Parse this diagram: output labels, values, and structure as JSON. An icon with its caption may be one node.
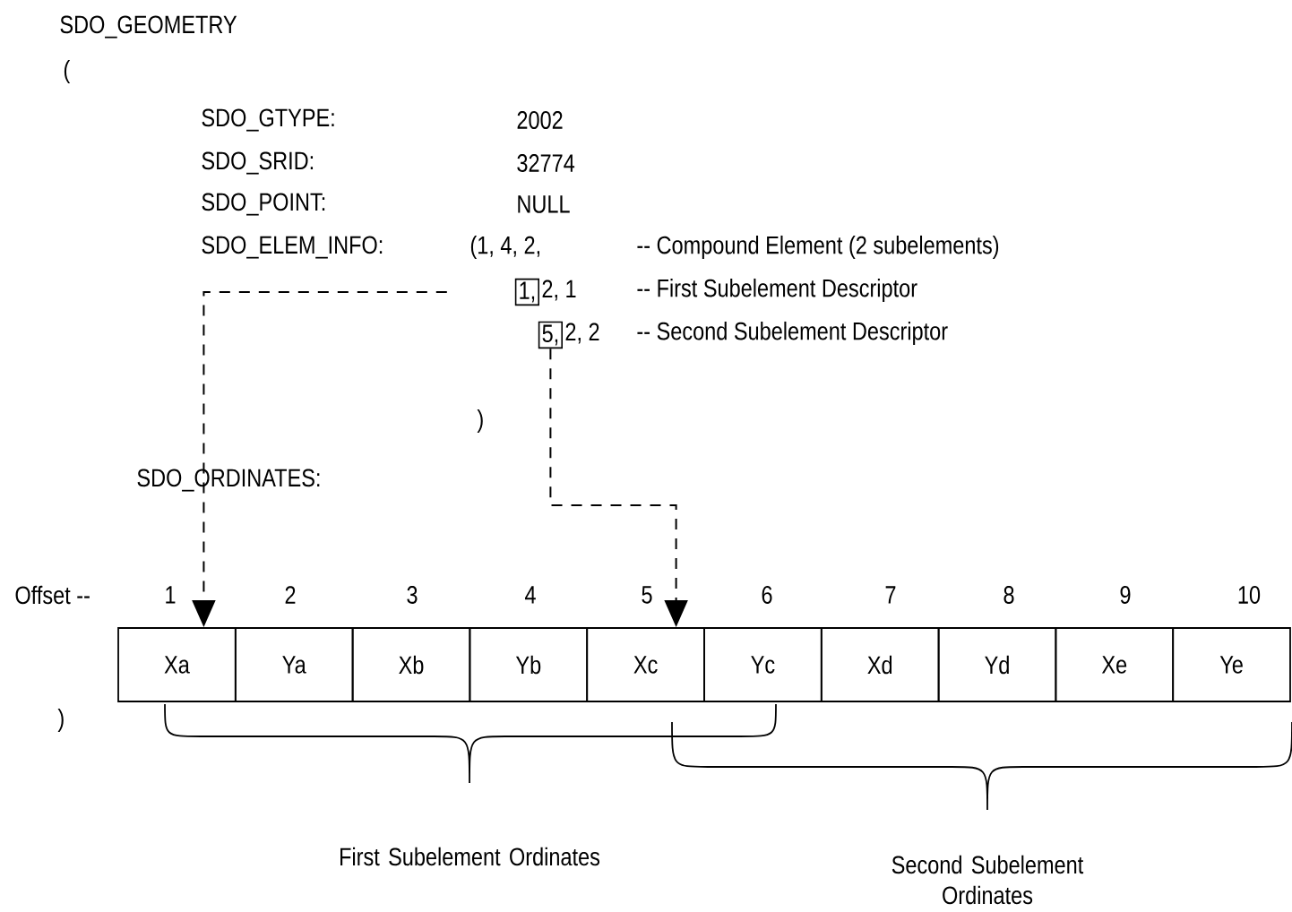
{
  "diagram": {
    "nodes": [
      {
        "text": [
          "1,"
        ]
      },
      {
        "text": [
          "5,"
        ]
      },
      {
        "text": [
          "Xa"
        ]
      },
      {
        "text": [
          "Ya"
        ]
      },
      {
        "text": [
          "Xb"
        ]
      },
      {
        "text": [
          "Yb"
        ]
      },
      {
        "text": [
          "Xc"
        ]
      },
      {
        "text": [
          "Yc"
        ]
      },
      {
        "text": [
          "Xd"
        ]
      },
      {
        "text": [
          "Yd"
        ]
      },
      {
        "text": [
          "Xe"
        ]
      },
      {
        "text": [
          "Ye"
        ]
      }
    ],
    "edges": [
      {
        "from": 0,
        "to": 2,
        "arrow": "to",
        "style": "dashed"
      },
      {
        "from": 1,
        "to": 6,
        "arrow": "to",
        "style": "dashed"
      }
    ],
    "labels": [
      "SDO_GEOMETRY",
      "(",
      "SDO_GTYPE:",
      "2002",
      "SDO_SRID:",
      "32774",
      "SDO_POINT:",
      "NULL",
      "SDO_ELEM_INFO:",
      "(1, 4, 2,",
      "-- Compound Element (2 subelements)",
      "2, 1",
      "-- First Subelement Descriptor",
      "2, 2",
      "-- Second Subelement Descriptor",
      ")",
      "SDO_ORDINATES:",
      "Offset --",
      "1",
      "2",
      "3",
      "4",
      "5",
      "6",
      "7",
      "8",
      "9",
      "10",
      ")",
      "First Subelement Ordinates",
      "Second Subelement Ordinates"
    ]
  }
}
